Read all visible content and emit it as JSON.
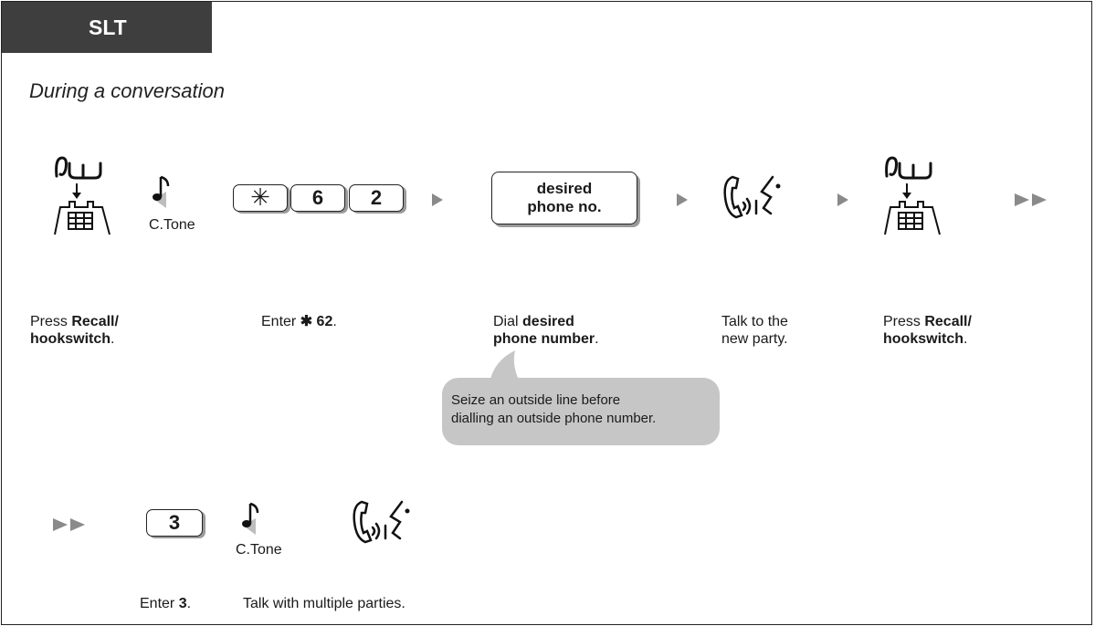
{
  "header": {
    "tab_label": "SLT"
  },
  "subtitle": "During a conversation",
  "tone_label": "C.Tone",
  "keys": {
    "star": "✳",
    "six": "6",
    "two": "2",
    "three": "3"
  },
  "phone_box": {
    "line1": "desired",
    "line2": "phone no."
  },
  "steps": {
    "recall1": {
      "prefix": "Press ",
      "bold1": "Recall/",
      "bold2": "hookswitch",
      "suffix": "."
    },
    "enter62": {
      "prefix": "Enter ",
      "bold": "✱ 62",
      "suffix": "."
    },
    "dial": {
      "prefix": "Dial ",
      "bold1": "desired",
      "bold2": "phone number",
      "suffix": "."
    },
    "talk": {
      "line1": "Talk to the",
      "line2": "new party."
    },
    "recall2": {
      "prefix": "Press ",
      "bold1": "Recall/",
      "bold2": "hookswitch",
      "suffix": "."
    },
    "enter3": {
      "prefix": "Enter ",
      "bold": "3",
      "suffix": "."
    },
    "talk_multi": "Talk with multiple parties."
  },
  "note": {
    "line1": "Seize an outside line before",
    "line2": "dialling an outside phone number."
  },
  "icons": [
    "hookswitch-icon",
    "tone-icon",
    "talk-icon",
    "arrow-right-icon",
    "double-arrow-icon"
  ],
  "colors": {
    "tab_bg": "#3e3e3e",
    "bubble_bg": "#c6c6c6",
    "arrow": "#8a8a8a"
  }
}
